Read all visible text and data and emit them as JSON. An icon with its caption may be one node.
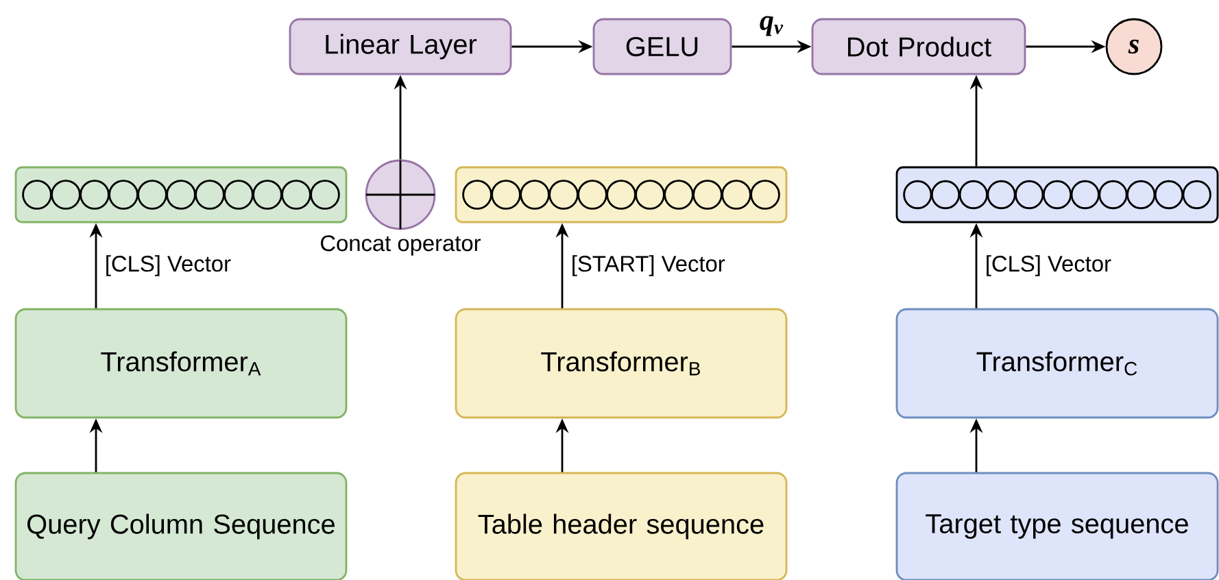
{
  "diagram": {
    "nodes": [
      {
        "text": [
          "Linear Layer"
        ]
      },
      {
        "text": [
          "GELU"
        ]
      },
      {
        "text": [
          "Dot Product"
        ]
      },
      {
        "text": [
          "s"
        ]
      },
      {
        "text": [],
        "shape": "bar"
      },
      {
        "text": [],
        "shape": "circle",
        "beside": [
          "Concat operator"
        ]
      },
      {
        "text": [],
        "shape": "bar"
      },
      {
        "text": [],
        "shape": "bar"
      },
      {
        "text": [
          "Transformer$_{A}$"
        ]
      },
      {
        "text": [
          "Transformer$_{B}$"
        ]
      },
      {
        "text": [
          "Transformer$_{C}$"
        ]
      },
      {
        "text": [
          "Query Column Sequence"
        ]
      },
      {
        "text": [
          "Table header sequence"
        ]
      },
      {
        "text": [
          "Target type sequence"
        ]
      }
    ],
    "edges": [
      {
        "from": 0,
        "to": 1,
        "arrow": "to"
      },
      {
        "from": 1,
        "to": 2,
        "arrow": "to",
        "label": "q$_{v}$"
      },
      {
        "from": 2,
        "to": 3,
        "arrow": "to"
      },
      {
        "from": 5,
        "to": 0,
        "arrow": "to"
      },
      {
        "from": 7,
        "to": 2,
        "arrow": "to"
      },
      {
        "from": 8,
        "to": 4,
        "arrow": "to",
        "label": "[CLS] Vector"
      },
      {
        "from": 9,
        "to": 6,
        "arrow": "to",
        "label": "[START] Vector"
      },
      {
        "from": 10,
        "to": 7,
        "arrow": "to",
        "label": "[CLS] Vector"
      },
      {
        "from": 11,
        "to": 8,
        "arrow": "to"
      },
      {
        "from": 12,
        "to": 9,
        "arrow": "to"
      },
      {
        "from": 13,
        "to": 10,
        "arrow": "to"
      }
    ]
  }
}
